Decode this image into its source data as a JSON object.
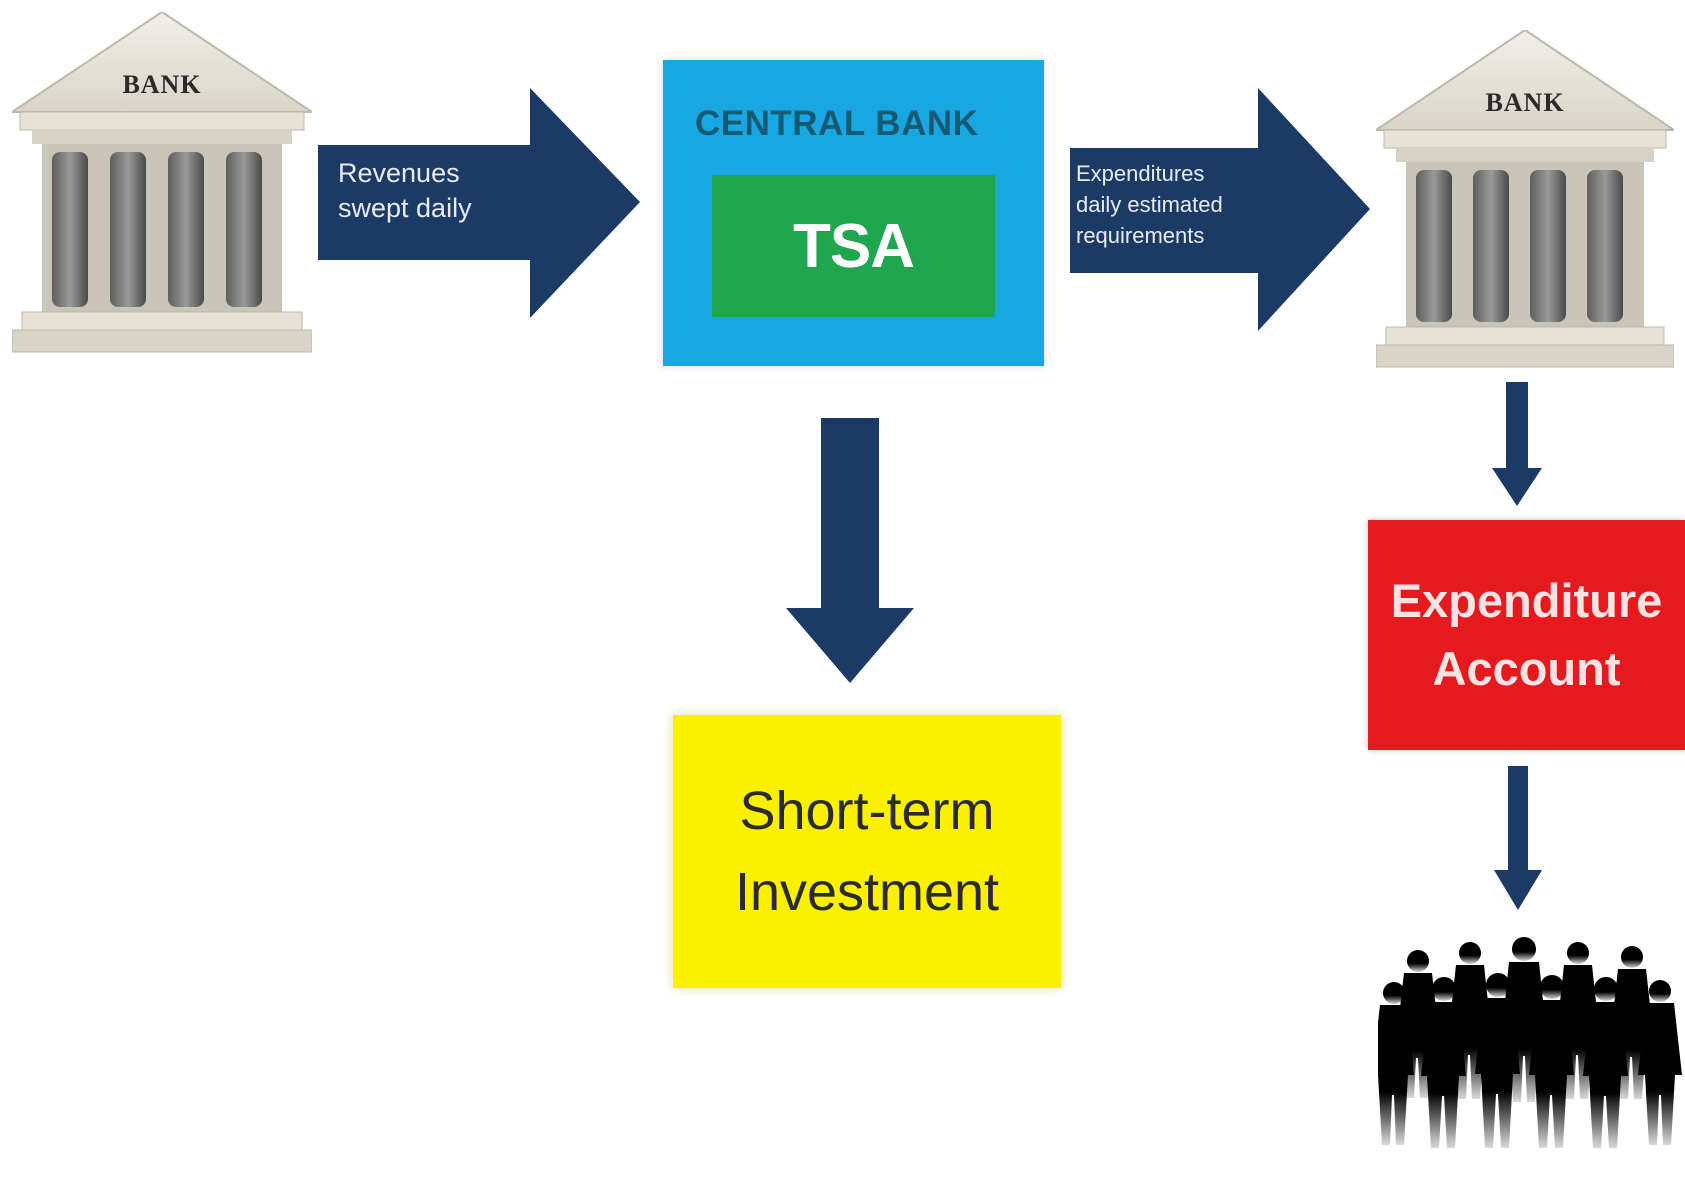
{
  "left_bank": {
    "sign": "BANK"
  },
  "right_bank": {
    "sign": "BANK"
  },
  "revenues_arrow": {
    "line1": "Revenues",
    "line2": "swept daily"
  },
  "central_bank": {
    "label": "CENTRAL BANK",
    "tsa_label": "TSA"
  },
  "expenditures_arrow": {
    "line1": "Expenditures",
    "line2": "daily estimated",
    "line3": "requirements"
  },
  "investment": {
    "line1": "Short-term",
    "line2": "Investment"
  },
  "expenditure_account": {
    "line1": "Expenditure",
    "line2": "Account"
  },
  "colors": {
    "arrow": "#1b3a66",
    "central_bank": "#18a7e3",
    "tsa": "#21a650",
    "investment": "#fbf000",
    "expenditure_account": "#e6191f"
  },
  "icons": [
    "bank-building-icon",
    "bank-building-icon",
    "people-silhouette-icon"
  ]
}
